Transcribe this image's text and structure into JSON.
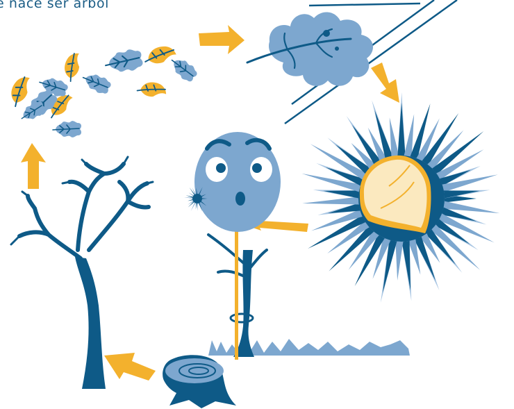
{
  "title": "e nace ser árbol",
  "colors": {
    "navy": "#0e5a87",
    "light_blue": "#7da7cf",
    "pale_blue": "#a9c6e3",
    "orange": "#f3b12d",
    "cream": "#fbe9bf",
    "white": "#ffffff"
  },
  "stages": [
    {
      "name": "falling-leaves"
    },
    {
      "name": "oak-leaf"
    },
    {
      "name": "spiky-chestnut-burr"
    },
    {
      "name": "sapling-with-face"
    },
    {
      "name": "tree-stump"
    },
    {
      "name": "bare-tree"
    }
  ],
  "arrows": [
    {
      "from": "falling-leaves",
      "to": "oak-leaf"
    },
    {
      "from": "oak-leaf",
      "to": "spiky-chestnut-burr"
    },
    {
      "from": "spiky-chestnut-burr",
      "to": "sapling-with-face"
    },
    {
      "from": "tree-stump",
      "to": "bare-tree"
    },
    {
      "from": "bare-tree",
      "to": "falling-leaves"
    }
  ]
}
